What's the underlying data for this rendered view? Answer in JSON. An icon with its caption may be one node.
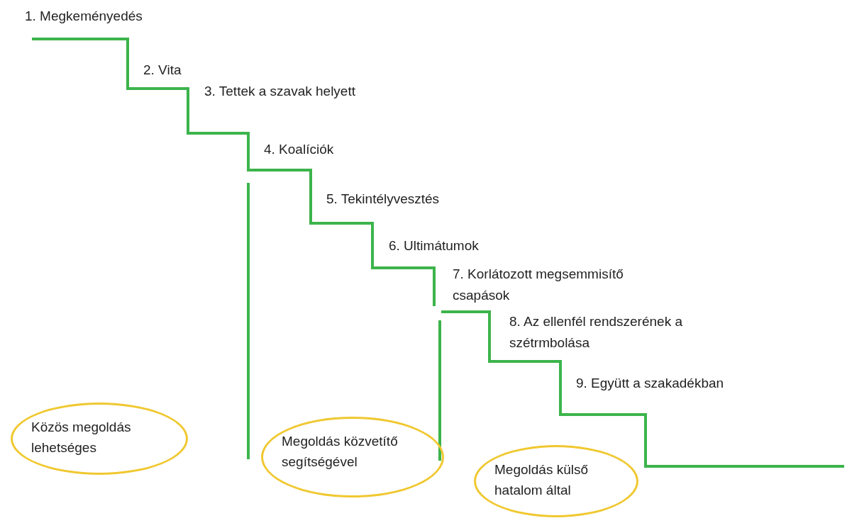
{
  "diagram": {
    "nodes": [
      {
        "text": [
          "Közös megoldás lehetséges"
        ]
      },
      {
        "text": [
          "Megoldás közvetítő segítségével"
        ]
      },
      {
        "text": [
          "Megoldás külső hatalom által"
        ]
      }
    ],
    "labels": [
      "1. Megkeményedés",
      "2. Vita",
      "3. Tettek a szavak helyett",
      "4. Koalíciók",
      "5. Tekintélyvesztés",
      "6. Ultimátumok",
      "7. Korlátozott megsemmisítő csapások",
      "8. Az ellenfél rendszerének a szétrmbolása",
      "9. Együtt a szakadékban"
    ]
  }
}
